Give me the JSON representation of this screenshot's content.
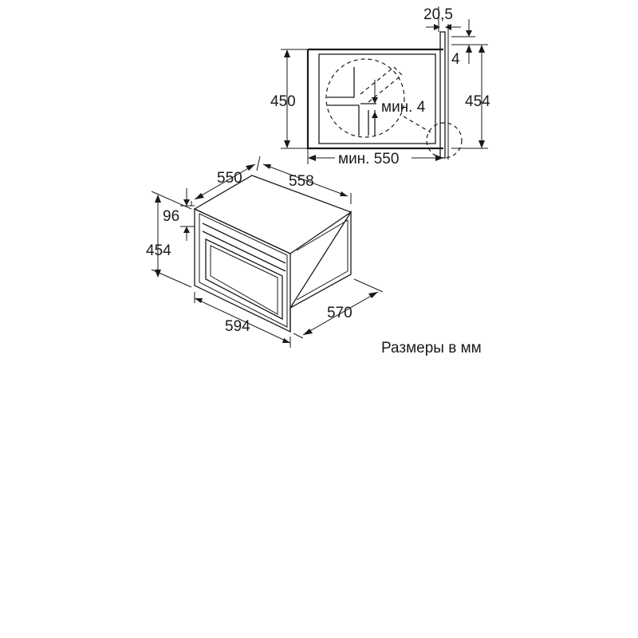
{
  "top_view": {
    "dim_width_top": "20,5",
    "dim_gap": "4",
    "dim_height_left": "450",
    "dim_height_right": "454",
    "dim_min_depth": "мин. 550",
    "dim_min_gap": "мин. 4"
  },
  "iso_view": {
    "dim_depth_back": "550",
    "dim_width_top": "558",
    "dim_panel_height": "96",
    "dim_height": "454",
    "dim_width_front": "594",
    "dim_depth_total": "570"
  },
  "units_note": "Размеры в мм"
}
